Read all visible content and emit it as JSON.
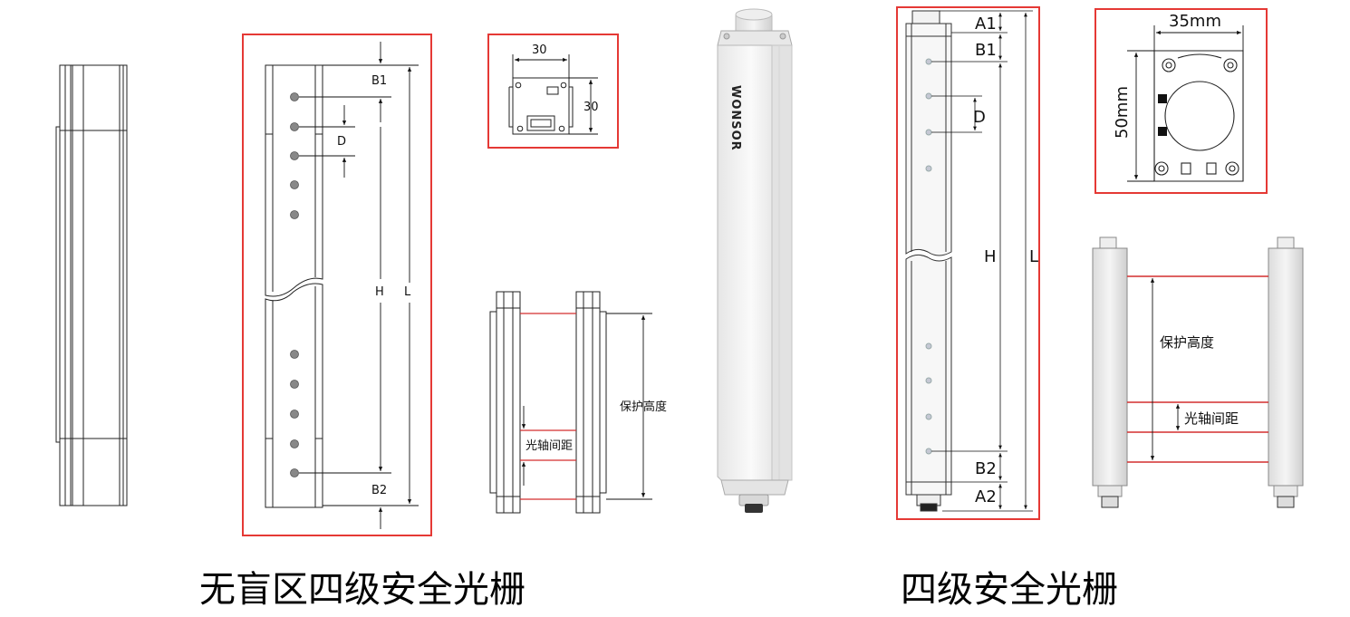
{
  "left_panel": {
    "dimensions": {
      "b1": "B1",
      "d": "D",
      "h": "H",
      "l": "L",
      "b2": "B2",
      "top_width": "30",
      "top_height": "30"
    },
    "labels": {
      "protection_height": "保护高度",
      "beam_spacing": "光轴间距"
    },
    "caption": "无盲区四级安全光栅"
  },
  "center": {
    "logo": "WONSOR"
  },
  "right_panel": {
    "dimensions": {
      "a1": "A1",
      "b1": "B1",
      "d": "D",
      "h": "H",
      "l": "L",
      "b2": "B2",
      "a2": "A2",
      "top_width": "35mm",
      "top_height": "50mm"
    },
    "labels": {
      "protection_height": "保护高度",
      "beam_spacing": "光轴间距"
    },
    "caption": "四级安全光栅"
  },
  "colors": {
    "highlight_frame": "#e53935",
    "beam_line": "#d32f2f"
  }
}
